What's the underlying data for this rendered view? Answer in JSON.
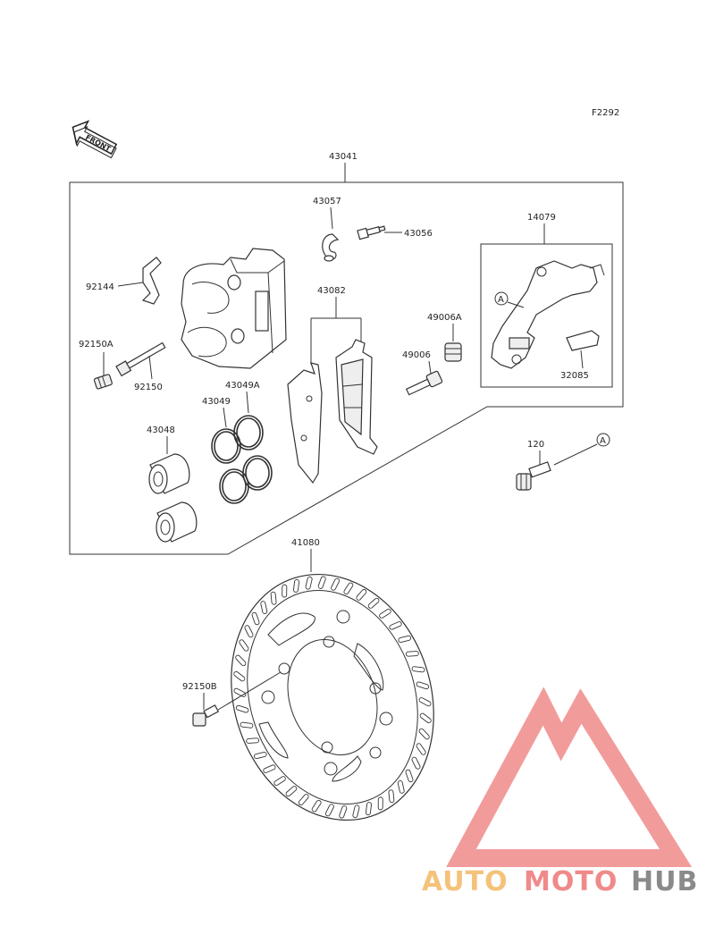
{
  "figure_code": "F2292",
  "front_arrow_label": "FRONT",
  "parts": {
    "caliper_assy": "43041",
    "bleeder_cap": "43057",
    "bleeder_valve": "43056",
    "bracket": "14079",
    "pad_spring_clip": "92144",
    "pad_set": "43082",
    "boot_a": "49006A",
    "boot": "49006",
    "pin_a": "92150A",
    "pin": "92150",
    "seal_a": "43049A",
    "seal": "43049",
    "piston": "43048",
    "pad_plate": "32085",
    "bolt": "120",
    "disc": "41080",
    "disc_bolt": "92150B"
  },
  "ref_marker": "A",
  "watermark": {
    "part1": "AUTO",
    "part2": "MOTO",
    "part3": "HUB",
    "colors": {
      "auto": "#f5c27a",
      "moto": "#f08a8a",
      "hub": "#8a8a8a",
      "triangle": "#f08a8a"
    }
  }
}
